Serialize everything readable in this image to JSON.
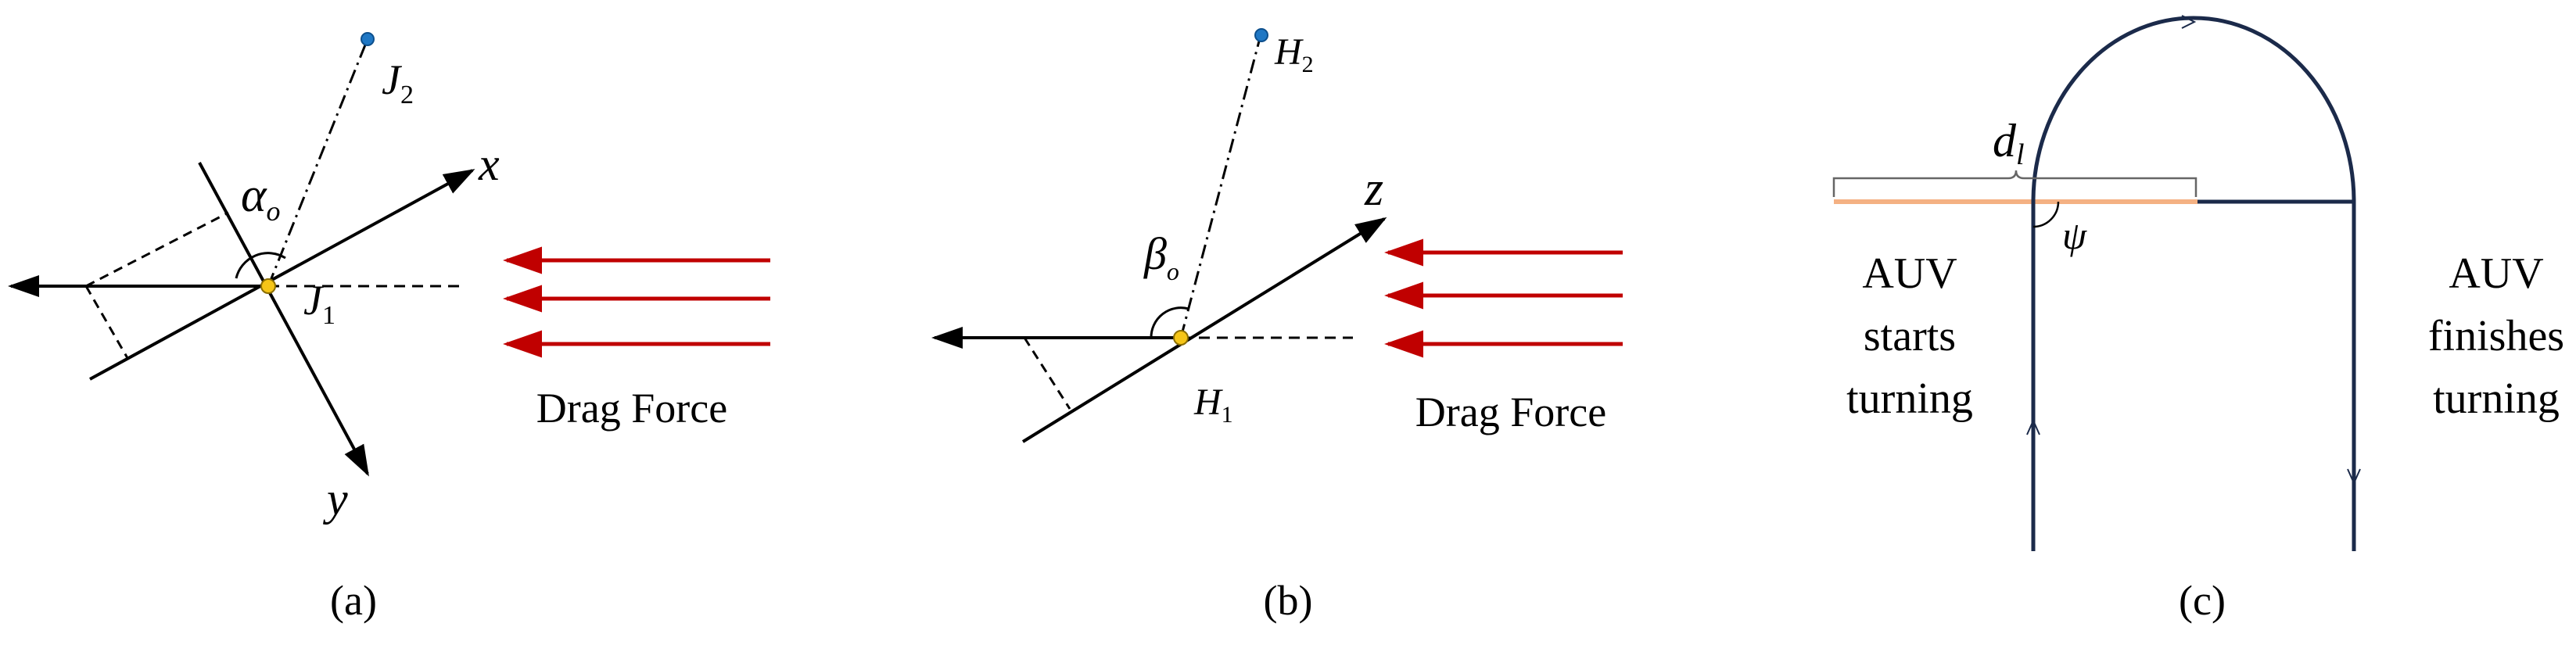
{
  "panels": {
    "a": {
      "caption": "(a)",
      "label_J2_main": "J",
      "label_J2_sub": "2",
      "label_J1_main": "J",
      "label_J1_sub": "1",
      "label_x": "x",
      "label_y": "y",
      "label_alpha_main": "α",
      "label_alpha_sub": "o",
      "drag_label": "Drag Force"
    },
    "b": {
      "caption": "(b)",
      "label_H2_main": "H",
      "label_H2_sub": "2",
      "label_H1_main": "H",
      "label_H1_sub": "1",
      "label_z": "z",
      "label_beta_main": "β",
      "label_beta_sub": "o",
      "drag_label": "Drag Force"
    },
    "c": {
      "caption": "(c)",
      "label_d_main": "d",
      "label_d_sub": "l",
      "label_psi": "ψ",
      "start_text": [
        "AUV",
        "starts",
        "turning"
      ],
      "finish_text": [
        "AUV",
        "finishes",
        "turning"
      ]
    }
  },
  "colors": {
    "ink": "#000000",
    "drag_arrow": "#c00000",
    "joint_point": "#f5c518",
    "end_point": "#1f77c4",
    "path_dark": "#1b2a4a",
    "path_highlight": "#f4b183",
    "brace": "#666666"
  }
}
